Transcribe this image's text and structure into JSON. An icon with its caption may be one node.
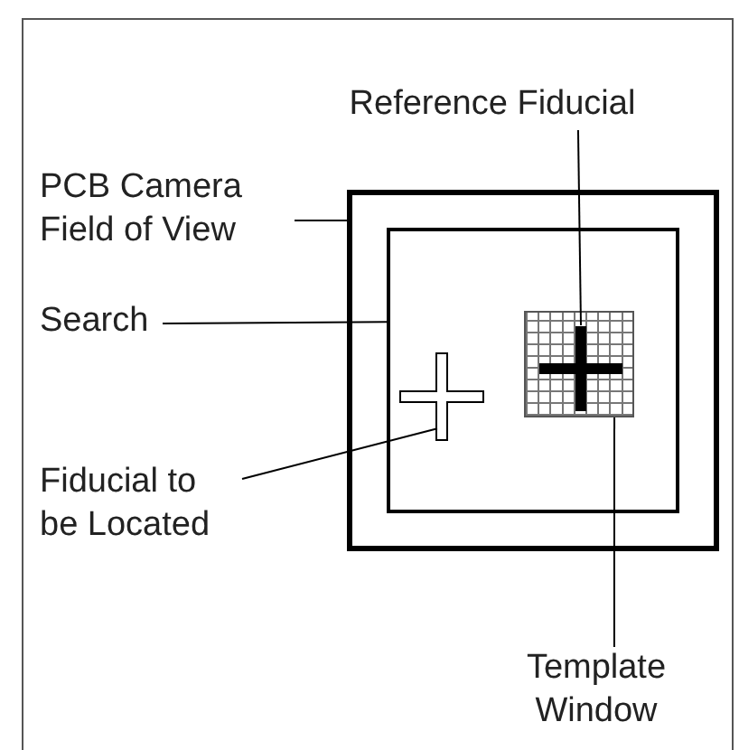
{
  "diagram": {
    "nodes": [
      {
        "text": [
          "Reference Fiducial"
        ]
      },
      {
        "text": [
          "PCB Camera Field of View"
        ]
      },
      {
        "text": [],
        "shape": "box"
      },
      {
        "text": [
          "Search"
        ]
      },
      {
        "text": [],
        "shape": "box",
        "in": 2
      },
      {
        "text": [],
        "shape": "grid",
        "in": 4
      },
      {
        "text": [],
        "shape": "cross",
        "in": 5
      },
      {
        "text": [],
        "shape": "cross",
        "in": 4
      },
      {
        "text": [
          "Fiducial to be Located"
        ]
      },
      {
        "text": [
          "Template Window"
        ]
      }
    ],
    "edges": [
      {
        "from": 0,
        "to": 6,
        "arrow": "none"
      },
      {
        "from": 1,
        "to": 2,
        "arrow": "none"
      },
      {
        "from": 3,
        "to": 4,
        "arrow": "none"
      },
      {
        "from": 8,
        "to": 7,
        "arrow": "none"
      },
      {
        "from": 9,
        "to": 5,
        "arrow": "none"
      }
    ]
  }
}
